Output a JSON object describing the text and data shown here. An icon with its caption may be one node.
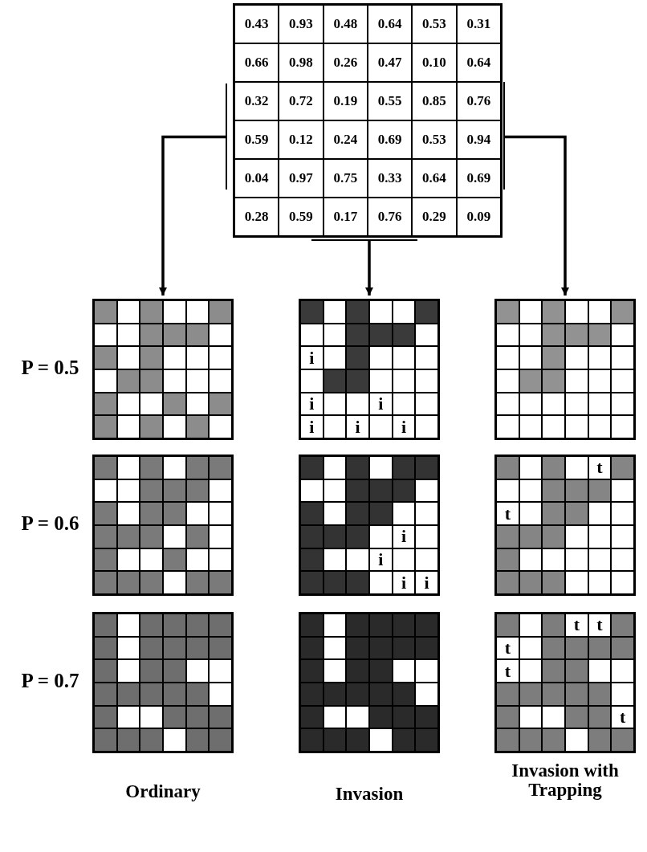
{
  "diagram": {
    "nodes": [
      {
        "text": [
          "0.43",
          "0.93",
          "0.48",
          "0.64",
          "0.53",
          "0.31",
          "0.66",
          "0.98",
          "0.26",
          "0.47",
          "0.10",
          "0.64",
          "0.32",
          "0.72",
          "0.19",
          "0.55",
          "0.85",
          "0.76",
          "0.59",
          "0.12",
          "0.24",
          "0.69",
          "0.53",
          "0.94",
          "0.04",
          "0.97",
          "0.75",
          "0.33",
          "0.64",
          "0.69",
          "0.28",
          "0.59",
          "0.17",
          "0.76",
          "0.29",
          "0.09"
        ]
      },
      {
        "text": [],
        "shape": "box",
        "beside": [
          "P = 0.5"
        ]
      },
      {
        "text": [
          "i",
          "i",
          "i",
          "i",
          "i",
          "i"
        ]
      },
      {
        "text": [],
        "shape": "box"
      },
      {
        "text": [],
        "shape": "box",
        "beside": [
          "P = 0.6"
        ]
      },
      {
        "text": [
          "i",
          "i",
          "i",
          "i"
        ]
      },
      {
        "text": [
          "t",
          "t"
        ]
      },
      {
        "text": [],
        "shape": "box",
        "beside": [
          "P = 0.7",
          "Ordinary"
        ]
      },
      {
        "text": [],
        "shape": "box",
        "beside": [
          "Invasion"
        ]
      },
      {
        "text": [
          "t",
          "t",
          "t",
          "t",
          "t"
        ],
        "beside": [
          "Invasion with Trapping"
        ]
      }
    ],
    "edges": [
      {
        "from": 0,
        "to": 1,
        "arrow": "to"
      },
      {
        "from": 0,
        "to": 2,
        "arrow": "to"
      },
      {
        "from": 0,
        "to": 3,
        "arrow": "to"
      }
    ]
  }
}
